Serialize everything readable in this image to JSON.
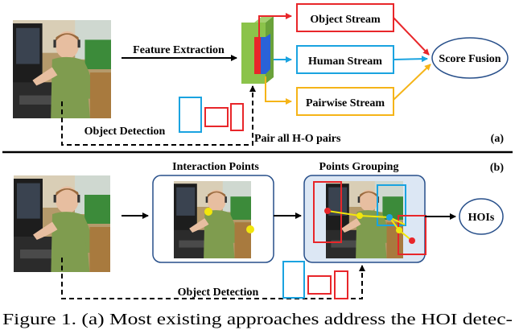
{
  "panel_a": {
    "feature_extraction": "Feature Extraction",
    "object_stream": "Object Stream",
    "human_stream": "Human Stream",
    "pairwise_stream": "Pairwise Stream",
    "score_fusion": "Score Fusion",
    "object_detection": "Object Detection",
    "pair_all": "Pair all H-O pairs",
    "tag": "(a)"
  },
  "panel_b": {
    "tag": "(b)",
    "interaction_points": "Interaction Points",
    "points_grouping": "Points Grouping",
    "hois": "HOIs",
    "object_detection": "Object Detection"
  },
  "caption": "Figure 1. (a) Most existing approaches address the HOI detec-",
  "colors": {
    "object": "#e8262a",
    "human": "#1aa3e0",
    "pairwise": "#f5b418",
    "feature_green": "#8bc34a",
    "feature_blue": "#2a62d8",
    "point_yellow": "#f2e60c",
    "grouping_box_fill": "#dce7f4",
    "ellipse_border": "#274f8a"
  }
}
